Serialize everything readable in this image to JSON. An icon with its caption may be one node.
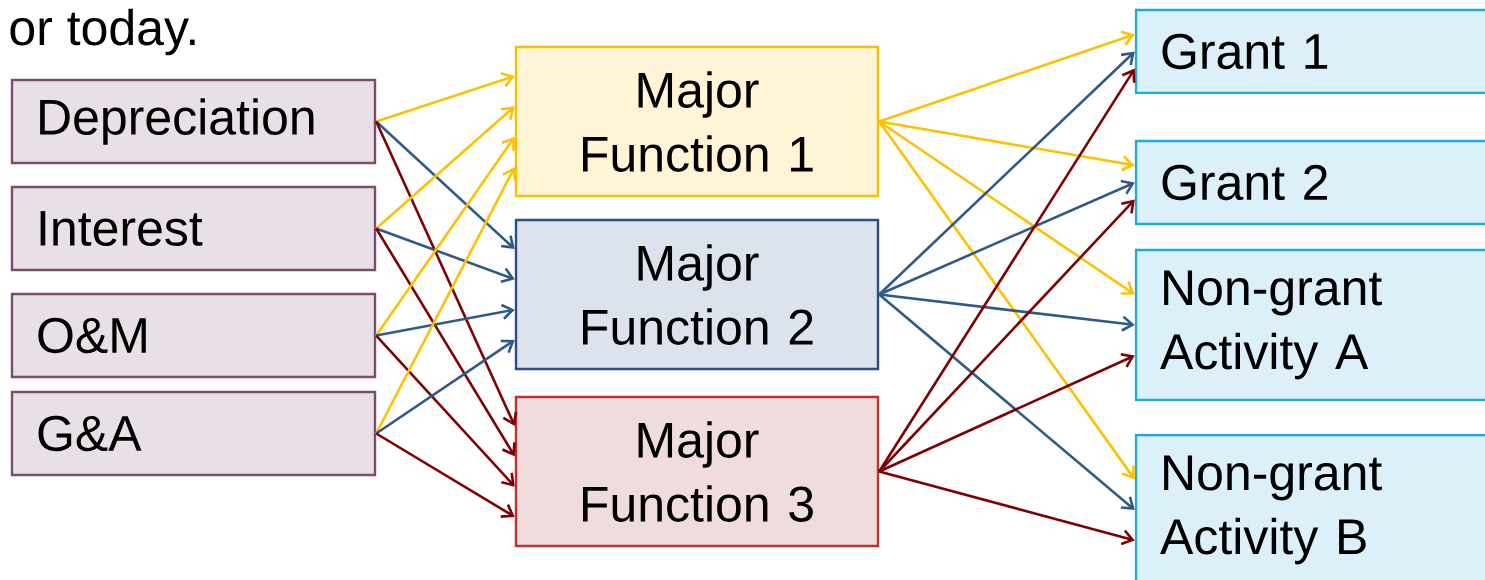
{
  "diagram": {
    "nodes": [
      {
        "text": [
          "Depreciation"
        ]
      },
      {
        "text": [
          "Interest"
        ]
      },
      {
        "text": [
          "O&M"
        ]
      },
      {
        "text": [
          "G&A"
        ]
      },
      {
        "text": [
          "Major Function 1"
        ]
      },
      {
        "text": [
          "Major Function 2"
        ]
      },
      {
        "text": [
          "Major Function 3"
        ]
      },
      {
        "text": [
          "Grant 1"
        ]
      },
      {
        "text": [
          "Grant 2"
        ]
      },
      {
        "text": [
          "Non-grant Activity A"
        ]
      },
      {
        "text": [
          "Non-grant Activity B"
        ]
      }
    ],
    "edges": [
      {
        "from": 0,
        "to": 4,
        "arrow": "to",
        "color": "#ffc000"
      },
      {
        "from": 0,
        "to": 5,
        "arrow": "to",
        "color": "#2e5a8a"
      },
      {
        "from": 0,
        "to": 6,
        "arrow": "to",
        "color": "#7f0000"
      },
      {
        "from": 1,
        "to": 4,
        "arrow": "to",
        "color": "#ffc000"
      },
      {
        "from": 1,
        "to": 5,
        "arrow": "to",
        "color": "#2e5a8a"
      },
      {
        "from": 1,
        "to": 6,
        "arrow": "to",
        "color": "#7f0000"
      },
      {
        "from": 2,
        "to": 4,
        "arrow": "to",
        "color": "#ffc000"
      },
      {
        "from": 2,
        "to": 5,
        "arrow": "to",
        "color": "#2e5a8a"
      },
      {
        "from": 2,
        "to": 6,
        "arrow": "to",
        "color": "#7f0000"
      },
      {
        "from": 3,
        "to": 4,
        "arrow": "to",
        "color": "#ffc000"
      },
      {
        "from": 3,
        "to": 5,
        "arrow": "to",
        "color": "#2e5a8a"
      },
      {
        "from": 3,
        "to": 6,
        "arrow": "to",
        "color": "#7f0000"
      },
      {
        "from": 4,
        "to": 7,
        "arrow": "to",
        "color": "#ffc000"
      },
      {
        "from": 4,
        "to": 8,
        "arrow": "to",
        "color": "#ffc000"
      },
      {
        "from": 4,
        "to": 9,
        "arrow": "to",
        "color": "#ffc000"
      },
      {
        "from": 4,
        "to": 10,
        "arrow": "to",
        "color": "#ffc000"
      },
      {
        "from": 5,
        "to": 7,
        "arrow": "to",
        "color": "#2e5a8a"
      },
      {
        "from": 5,
        "to": 8,
        "arrow": "to",
        "color": "#2e5a8a"
      },
      {
        "from": 5,
        "to": 9,
        "arrow": "to",
        "color": "#2e5a8a"
      },
      {
        "from": 5,
        "to": 10,
        "arrow": "to",
        "color": "#2e5a8a"
      },
      {
        "from": 6,
        "to": 7,
        "arrow": "to",
        "color": "#7f0000"
      },
      {
        "from": 6,
        "to": 8,
        "arrow": "to",
        "color": "#7f0000"
      },
      {
        "from": 6,
        "to": 9,
        "arrow": "to",
        "color": "#7f0000"
      },
      {
        "from": 6,
        "to": 10,
        "arrow": "to",
        "color": "#7f0000"
      }
    ],
    "labels": [
      "or today."
    ]
  }
}
